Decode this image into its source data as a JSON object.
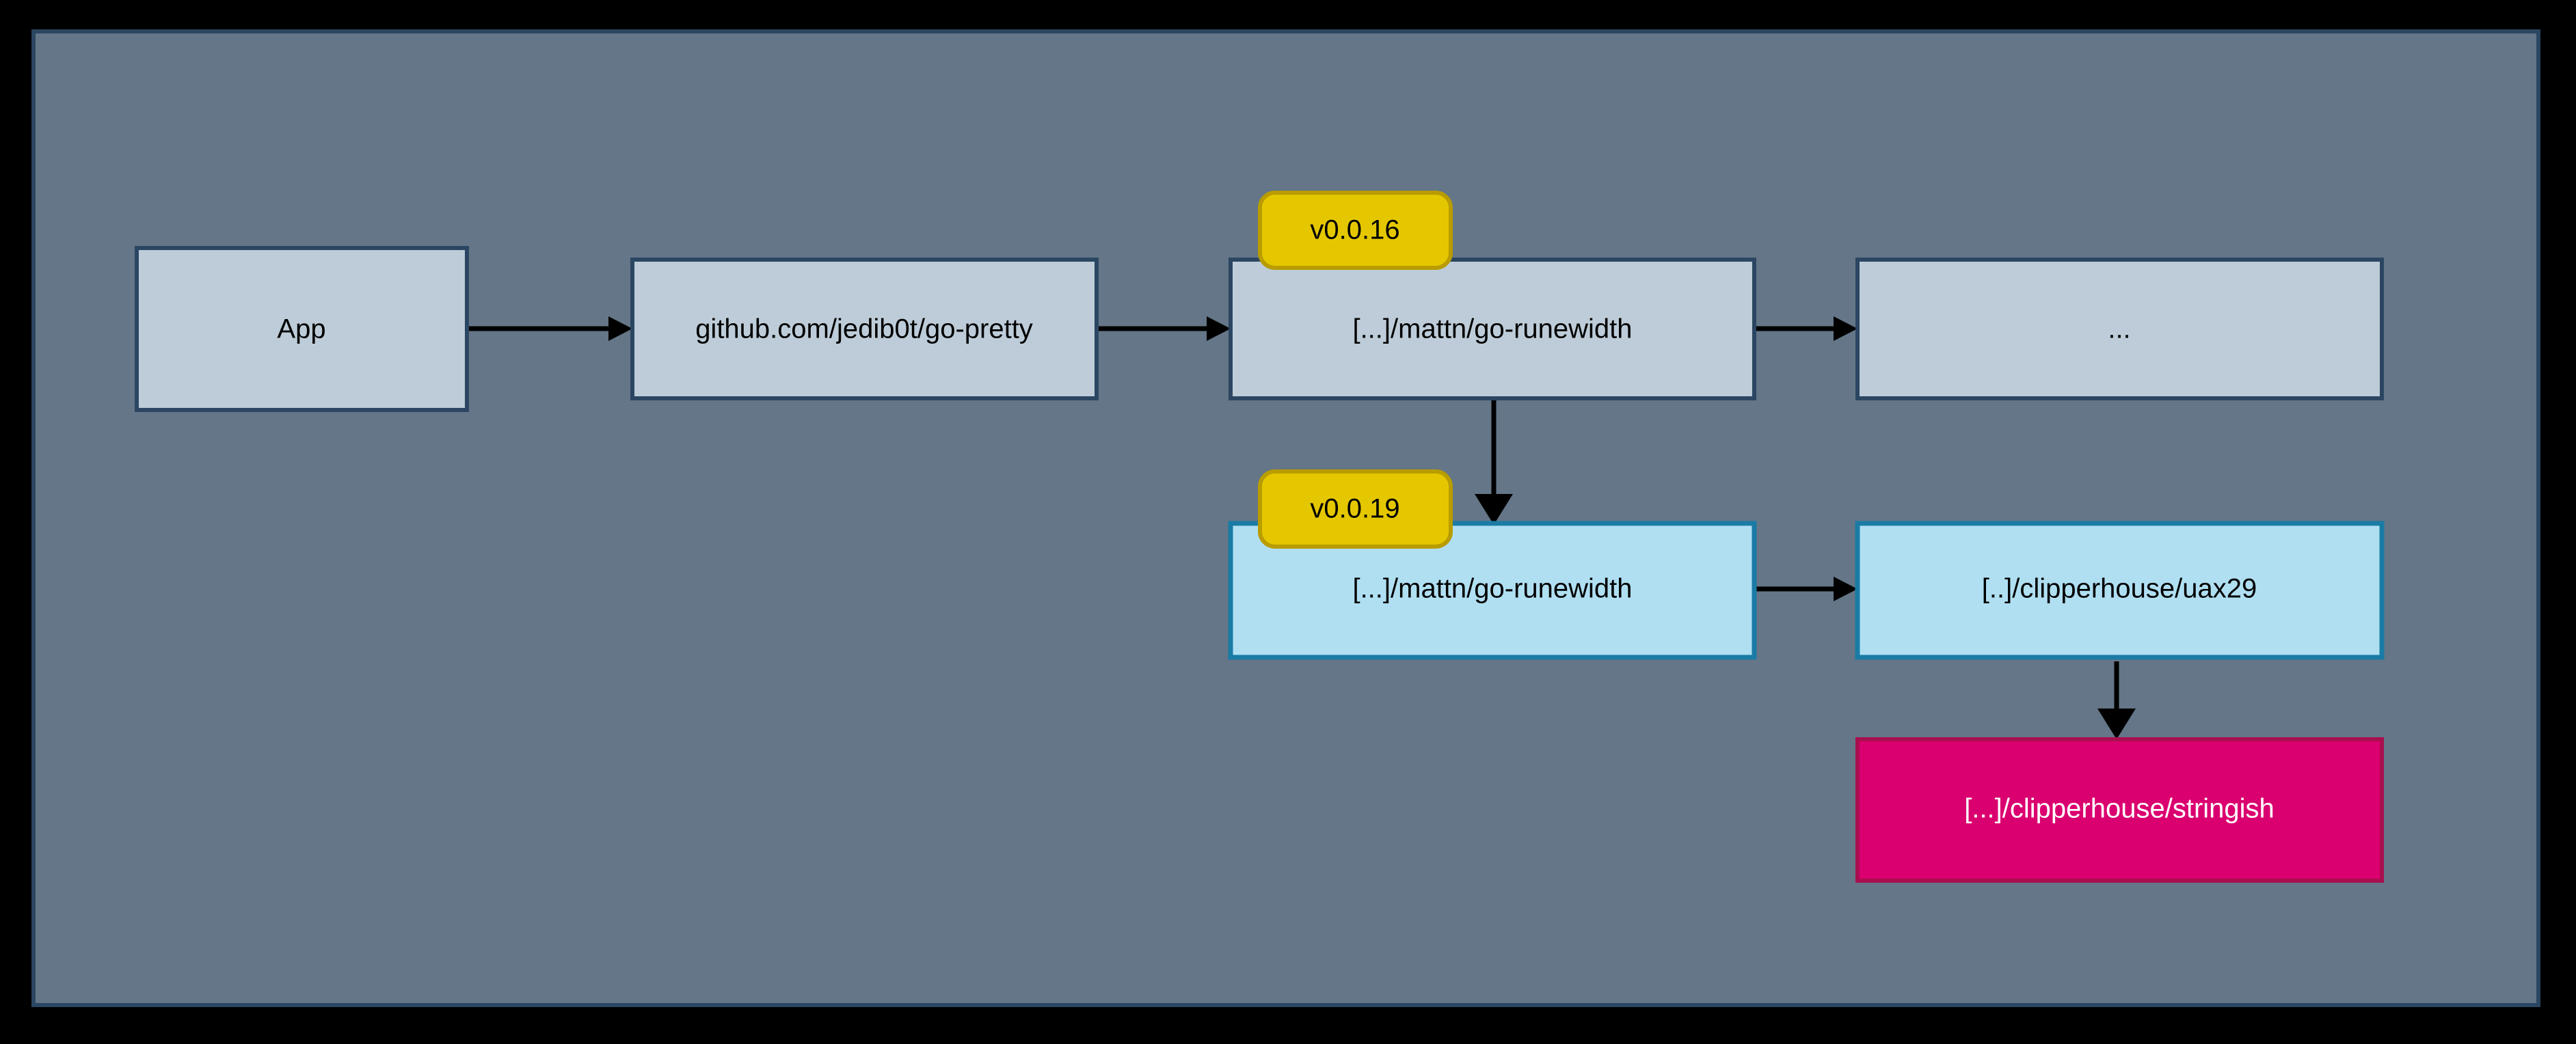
{
  "canvas": {
    "background_color": "#647687",
    "frame_border_color": "#2b4662",
    "outer_background_color": "#000000"
  },
  "palette": {
    "node_grey_fill": "#bdccd8",
    "node_grey_border": "#2b4662",
    "node_blue_fill": "#b0dff2",
    "node_blue_border": "#1a7ba5",
    "node_pink_fill": "#db0070",
    "node_pink_border": "#a80f4e",
    "badge_fill": "#e5c700",
    "badge_border": "#b89c00",
    "edge_color": "#000000",
    "text_dark": "#000000",
    "text_light": "#ffffff"
  },
  "diagram": {
    "type": "dependency-graph",
    "nodes": [
      {
        "id": "app",
        "label": "App",
        "style": "grey"
      },
      {
        "id": "gopretty",
        "label": "github.com/jedib0t/go-pretty",
        "style": "grey"
      },
      {
        "id": "runewidth16",
        "label": "[...]/mattn/go-runewidth",
        "style": "grey"
      },
      {
        "id": "ellipsis",
        "label": "...",
        "style": "grey"
      },
      {
        "id": "runewidth19",
        "label": "[...]/mattn/go-runewidth",
        "style": "blue"
      },
      {
        "id": "uax29",
        "label": "[..]/clipperhouse/uax29",
        "style": "blue"
      },
      {
        "id": "stringish",
        "label": "[...]/clipperhouse/stringish",
        "style": "pink"
      }
    ],
    "badges": [
      {
        "id": "badge-v0016",
        "label": "v0.0.16",
        "attached_to": "runewidth16"
      },
      {
        "id": "badge-v0019",
        "label": "v0.0.19",
        "attached_to": "runewidth19"
      }
    ],
    "edges": [
      {
        "from": "app",
        "to": "gopretty",
        "direction": "right"
      },
      {
        "from": "gopretty",
        "to": "runewidth16",
        "direction": "right"
      },
      {
        "from": "runewidth16",
        "to": "ellipsis",
        "direction": "right"
      },
      {
        "from": "runewidth16",
        "to": "runewidth19",
        "direction": "down"
      },
      {
        "from": "runewidth19",
        "to": "uax29",
        "direction": "right"
      },
      {
        "from": "uax29",
        "to": "stringish",
        "direction": "down"
      }
    ]
  }
}
